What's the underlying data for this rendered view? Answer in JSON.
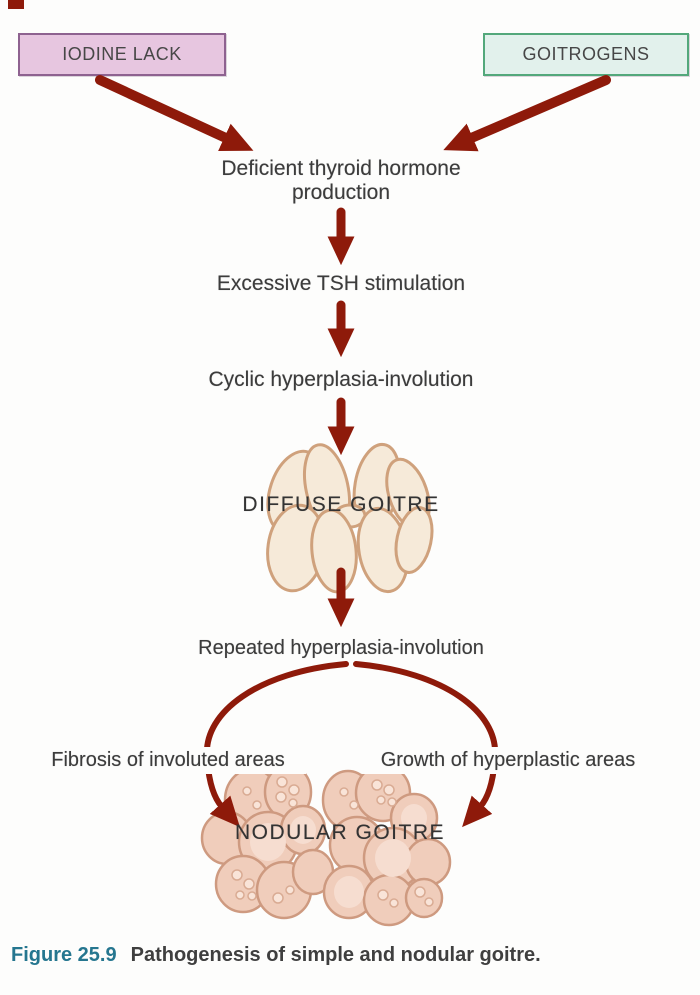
{
  "figure": {
    "caption_label": "Figure 25.9",
    "caption_text": "Pathogenesis of simple and nodular goitre."
  },
  "boxes": {
    "iodine": {
      "label": "IODINE LACK",
      "fill": "#e7c6e0",
      "border": "#8e6290"
    },
    "goitrogens": {
      "label": "GOITROGENS",
      "fill": "#e2f1ec",
      "border": "#53a87b"
    }
  },
  "steps": {
    "deficient": "Deficient thyroid hormone production",
    "tsh": "Excessive TSH stimulation",
    "cyclic": "Cyclic hyperplasia-involution",
    "diffuse": "DIFFUSE GOITRE",
    "repeated": "Repeated hyperplasia-involution",
    "fibrosis": "Fibrosis of involuted  areas",
    "growth": "Growth of hyperplastic areas",
    "nodular": "NODULAR GOITRE"
  },
  "colors": {
    "arrow": "#8e1a0a",
    "text": "#3c3c3c",
    "caption_label": "#25768f",
    "diffuse_fill": "#f6ead9",
    "diffuse_stroke": "#cfa17c",
    "nodular_fill": "#f0cdbb",
    "nodular_stroke": "#ce9a80"
  }
}
